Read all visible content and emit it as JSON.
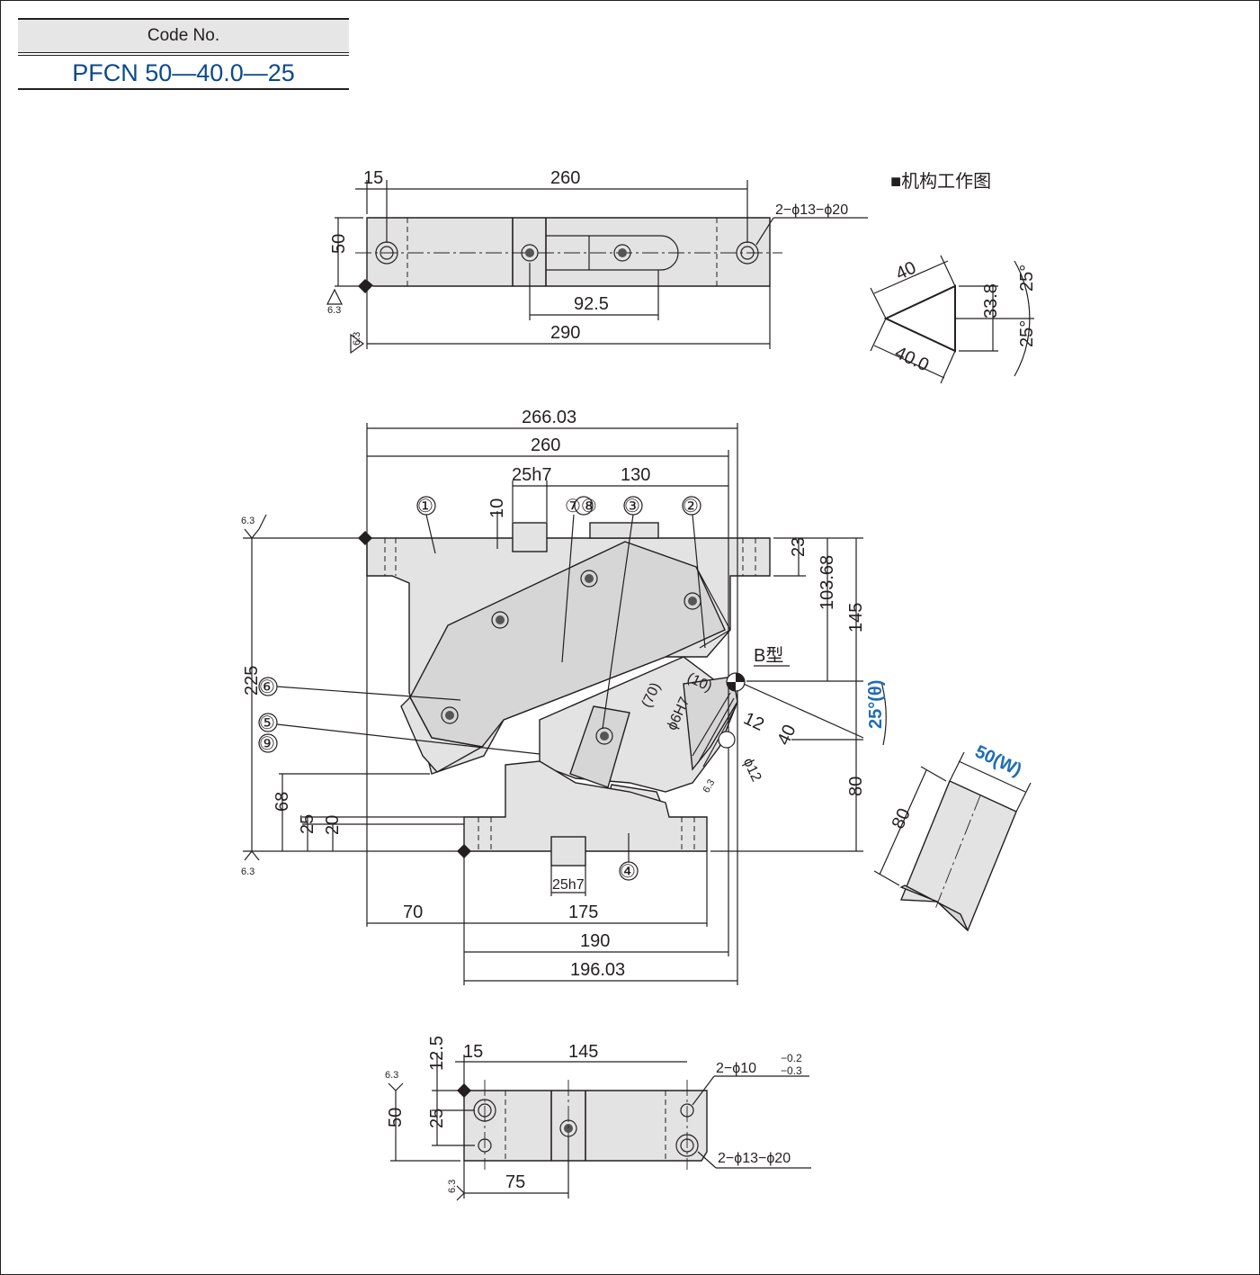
{
  "code": {
    "label": "Code No.",
    "value": "PFCN 50—40.0—25"
  },
  "legend": {
    "title": "■机构工作图"
  },
  "top_view": {
    "d15": "15",
    "d260": "260",
    "d50": "50",
    "d92_5": "92.5",
    "d290": "290",
    "holes": "2−ϕ13−ϕ20",
    "rough": "6.3"
  },
  "triangle": {
    "d40a": "40",
    "d40b": "40.0",
    "d33_8": "33.8",
    "ang1": "25°",
    "ang2": "25°"
  },
  "front_view": {
    "d266_03": "266.03",
    "d260": "260",
    "d25h7": "25h7",
    "d130": "130",
    "d10": "10",
    "d23": "23",
    "d103_68": "103.68",
    "d145": "145",
    "d225": "225",
    "d68": "68",
    "d25": "25",
    "d20": "20",
    "d80": "80",
    "d70": "70",
    "d175": "175",
    "d190": "190",
    "d196_03": "196.03",
    "d25h7b": "25h7",
    "btype": "B型",
    "d10p": "(10)",
    "d70p": "(70)",
    "phi6": "ϕ6H7",
    "d12": "12",
    "d40": "40",
    "phi12": "ϕ12",
    "angle": "25°(θ)",
    "rough": "6.3"
  },
  "callouts": [
    "①",
    "②",
    "③",
    "④",
    "⑤",
    "⑥",
    "⑦⑧",
    "⑨"
  ],
  "iso_view": {
    "width": "50(W)",
    "d80": "80"
  },
  "bottom_view": {
    "d15": "15",
    "d145": "145",
    "d12_5": "12.5",
    "d50": "50",
    "d25": "25",
    "d75": "75",
    "holes_a": "2−ϕ10",
    "tol_upper": "−0.2",
    "tol_lower": "−0.3",
    "holes_b": "2−ϕ13−ϕ20",
    "rough": "6.3"
  }
}
